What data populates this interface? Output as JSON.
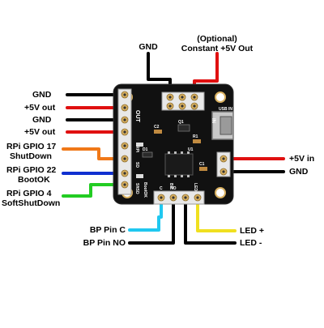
{
  "colors": {
    "pcb": "#111111",
    "wire_black": "#000000",
    "wire_red": "#e01010",
    "wire_orange": "#f07818",
    "wire_blue": "#1030d0",
    "wire_green": "#22cc22",
    "wire_cyan": "#20c8f0",
    "wire_yellow": "#f0e020",
    "gold": "#d8b060",
    "silkscreen": "#ffffff"
  },
  "labels": {
    "top_gnd": "GND",
    "top_optional": "(Optional)",
    "top_constant": "Constant +5V Out",
    "left_gnd_1": "GND",
    "left_5v_out_1": "+5V out",
    "left_gnd_2": "GND",
    "left_5v_out_2": "+5V out",
    "gpio17_line1": "RPi GPIO 17",
    "gpio17_line2": "ShutDown",
    "gpio22_line1": "RPi GPIO 22",
    "gpio22_line2": "BootOK",
    "gpio4_line1": "RPi GPIO 4",
    "gpio4_line2": "SoftShutDown",
    "right_5v_in": "+5V in",
    "right_gnd": "GND",
    "bp_pin_c": "BP Pin C",
    "bp_pin_no": "BP Pin NO",
    "led_plus": "LED +",
    "led_minus": "LED -"
  },
  "silkscreen": {
    "out": "OUT",
    "usb_in": "USB IN",
    "in": "IN",
    "rpi": "RPi",
    "bootok": "BootOK",
    "sd": "SD",
    "sftsd": "SftSD",
    "bp": "BP",
    "led": "LED",
    "c": "C",
    "no": "NO",
    "u1": "U1",
    "r1": "R1",
    "q1": "Q1",
    "d1": "D1",
    "c1": "C1",
    "c2": "C2"
  }
}
